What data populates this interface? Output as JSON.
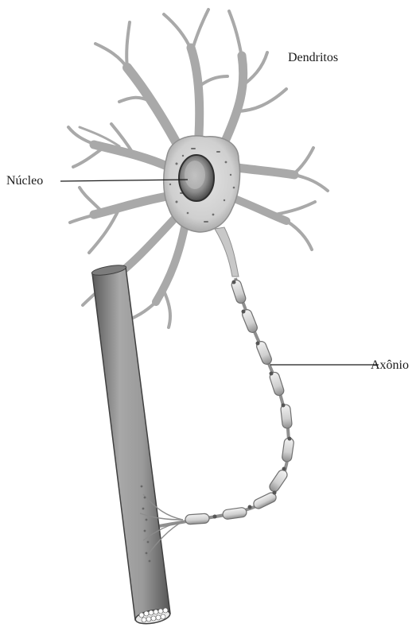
{
  "labels": {
    "dendritos": "Dendritos",
    "nucleo": "Núcleo",
    "axonio": "Axônio"
  }
}
